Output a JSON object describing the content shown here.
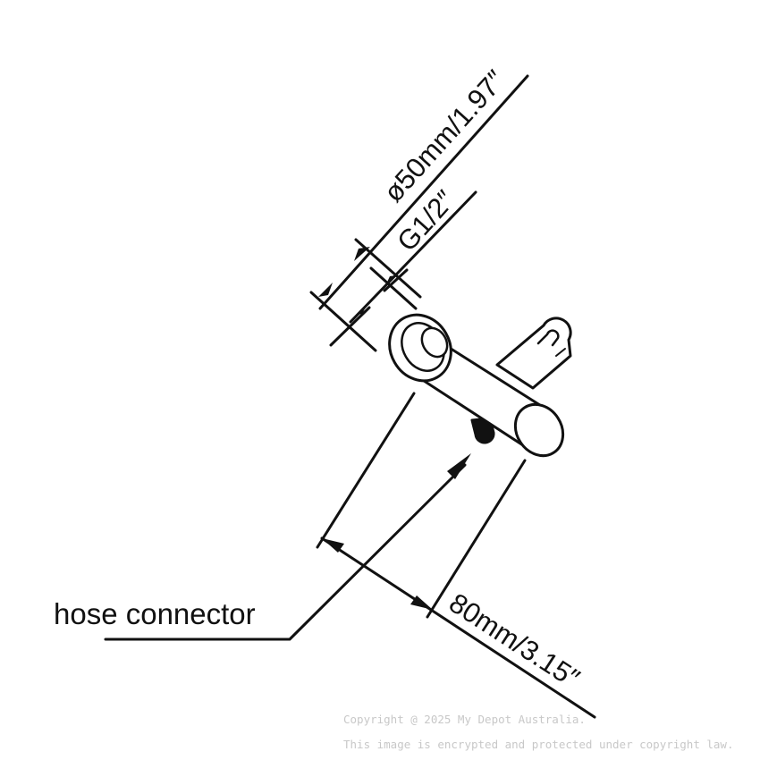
{
  "dimensions": {
    "outer_diameter": "ø50mm/1.97″",
    "thread": "G1/2″",
    "length": "80mm/3.15″"
  },
  "callout": {
    "label": "hose connector"
  },
  "watermark": {
    "line1": "Copyright @ 2025 My Depot Australia.",
    "line2": "This image is encrypted and protected under copyright law."
  },
  "colors": {
    "line": "#111111",
    "background": "#ffffff",
    "watermark": "#c8c8c8"
  }
}
